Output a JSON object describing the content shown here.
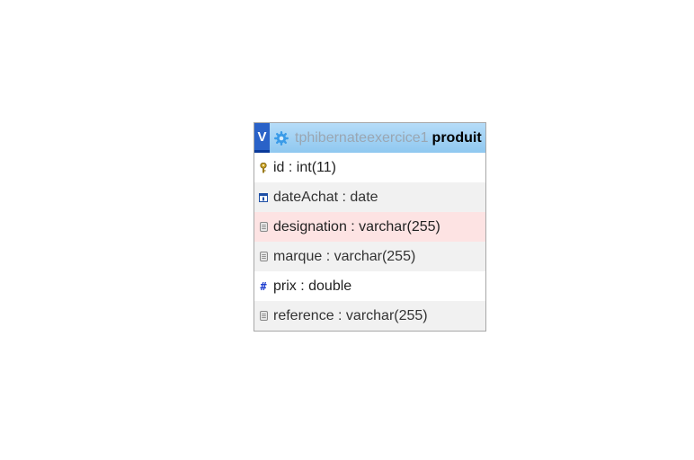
{
  "table": {
    "toggle_label": "V",
    "database": "tphibernateexercice1",
    "name": "produit",
    "columns": [
      {
        "label": "id : int(11)",
        "icon": "key-icon"
      },
      {
        "label": "dateAchat : date",
        "icon": "calendar-icon"
      },
      {
        "label": "designation : varchar(255)",
        "icon": "text-field-icon"
      },
      {
        "label": "marque : varchar(255)",
        "icon": "text-field-icon"
      },
      {
        "label": "prix : double",
        "icon": "hash-icon"
      },
      {
        "label": "reference : varchar(255)",
        "icon": "text-field-icon"
      }
    ]
  },
  "colors": {
    "header_gradient_top": "#b6dcf8",
    "header_gradient_bottom": "#8fc8f0",
    "toggle_button": "#2a62c8",
    "alt_row": "#f1f1f1",
    "highlight_row": "#fde3e3"
  }
}
